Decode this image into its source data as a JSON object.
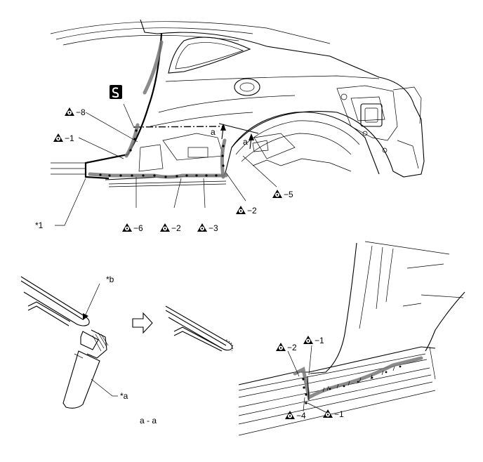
{
  "callouts": {
    "c8": "−8",
    "c1_left": "−1",
    "c6": "−6",
    "c2_bottom": "−2",
    "c3": "−3",
    "c2_right": "−2",
    "c5": "−5",
    "d2": "−2",
    "d1_top": "−1",
    "d4": "−4",
    "d1_bottom": "−1"
  },
  "labels": {
    "ref1": "*1",
    "refa": "*a",
    "refb": "*b",
    "a_left": "a",
    "a_right": "a",
    "section": "a - a"
  },
  "icons": {
    "weld_symbol": "spot-weld-triangle-icon",
    "sealer_symbol": "s-box-icon"
  }
}
